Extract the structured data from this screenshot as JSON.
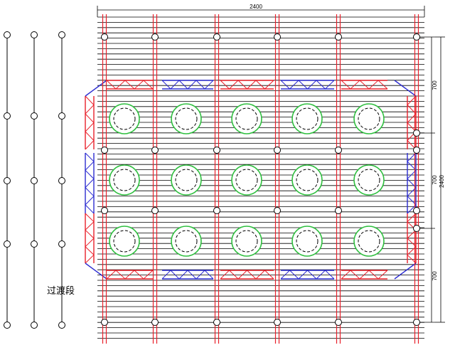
{
  "drawing": {
    "labels": {
      "top_dimension": "2400",
      "right_dim_1": "700",
      "right_dim_2": "700",
      "right_dim_3": "700",
      "right_total": "2400",
      "transition_label": "过渡段"
    },
    "colors": {
      "background": "#ffffff",
      "line_black": "#000000",
      "frame_red": "#e8202a",
      "frame_blue": "#2b2bd0",
      "pile_green": "#2fbf3f",
      "pile_dashed": "#000000"
    },
    "grid": {
      "pile_rows": 3,
      "pile_columns": 5,
      "main_column_count": 6,
      "left_column_count": 3
    }
  }
}
